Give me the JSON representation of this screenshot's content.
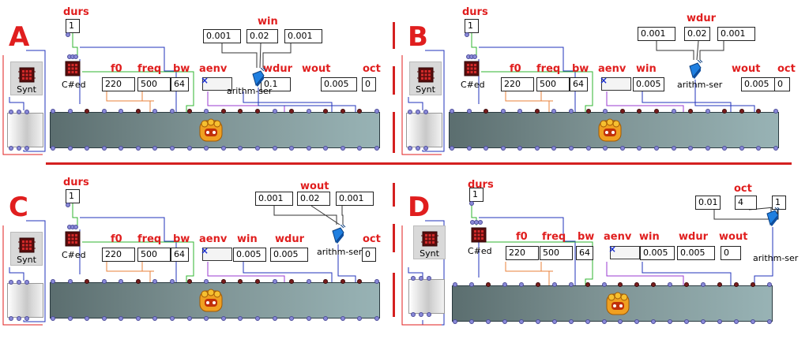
{
  "panels": [
    {
      "label": "A",
      "labels": {
        "durs": "durs",
        "f0": "f0",
        "freq": "freq",
        "bw": "bw",
        "aenv": "aenv",
        "p6": "wdur",
        "p7": "wout",
        "p8": "oct",
        "top": "win"
      },
      "values": {
        "durs": "1",
        "f0": "220",
        "freq": "500",
        "bw": "64",
        "p6": "0.1",
        "p7": "0.005",
        "p8": "0"
      },
      "arith_inputs": [
        "0.001",
        "0.02",
        "0.001"
      ],
      "synth": "Synt",
      "chord": "C#ed",
      "arith": "arithm-ser"
    },
    {
      "label": "B",
      "labels": {
        "durs": "durs",
        "f0": "f0",
        "freq": "freq",
        "bw": "bw",
        "aenv": "aenv",
        "p6": "win",
        "p7": "wout",
        "p8": "oct",
        "top": "wdur"
      },
      "values": {
        "durs": "1",
        "f0": "220",
        "freq": "500",
        "bw": "64",
        "p6": "0.005",
        "p7": "0.005",
        "p8": "0"
      },
      "arith_inputs": [
        "0.001",
        "0.02",
        "0.001"
      ],
      "synth": "Synt",
      "chord": "C#ed",
      "arith": "arithm-ser"
    },
    {
      "label": "C",
      "labels": {
        "durs": "durs",
        "f0": "f0",
        "freq": "freq",
        "bw": "bw",
        "aenv": "aenv",
        "p6": "win",
        "p7": "wdur",
        "p8": "oct",
        "top": "wout"
      },
      "values": {
        "durs": "1",
        "f0": "220",
        "freq": "500",
        "bw": "64",
        "p6": "0.005",
        "p7": "0.005",
        "p8": "0"
      },
      "arith_inputs": [
        "0.001",
        "0.02",
        "0.001"
      ],
      "synth": "Synt",
      "chord": "C#ed",
      "arith": "arithm-ser"
    },
    {
      "label": "D",
      "labels": {
        "durs": "durs",
        "f0": "f0",
        "freq": "freq",
        "bw": "bw",
        "aenv": "aenv",
        "p6": "win",
        "p7": "wdur",
        "p8": "wout",
        "top": "oct"
      },
      "values": {
        "durs": "1",
        "f0": "220",
        "freq": "500",
        "bw": "64",
        "p6": "0.005",
        "p7": "0.005",
        "p8": "0"
      },
      "arith_inputs": [
        "0.01",
        "4",
        "1"
      ],
      "synth": "Synt",
      "chord": "C#ed",
      "arith": "arithm-ser"
    }
  ],
  "colors": {
    "accent": "#e01e1e",
    "wire_blue": "#2233bb",
    "wire_green": "#2fb52f",
    "wire_orange": "#e8803a",
    "wire_purple": "#9a3ad0"
  }
}
